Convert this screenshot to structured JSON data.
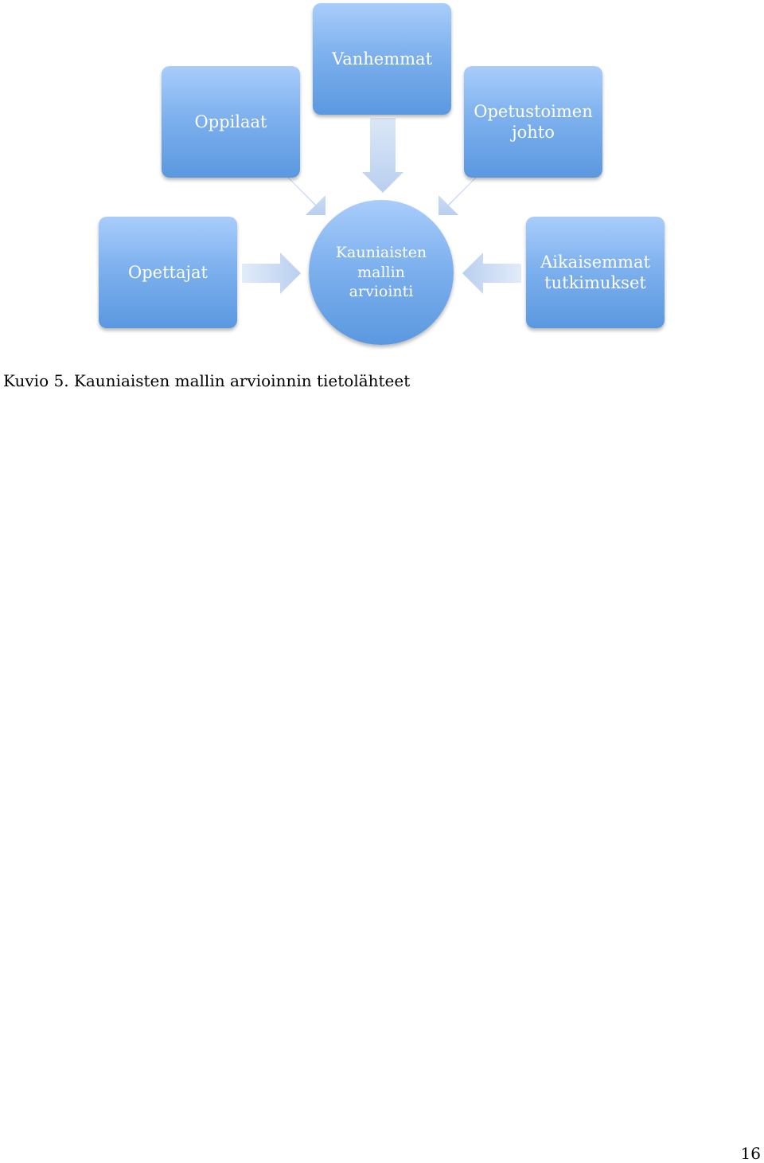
{
  "diagram": {
    "center": {
      "lines": [
        "Kauniaisten",
        "mallin",
        "arviointi"
      ]
    },
    "sources": {
      "oppilaat": {
        "label": "Oppilaat"
      },
      "vanhemmat": {
        "label": "Vanhemmat"
      },
      "opetustoimen": {
        "lines": [
          "Opetustoimen",
          "johto"
        ]
      },
      "opettajat": {
        "label": "Opettajat"
      },
      "aikaisemmat": {
        "lines": [
          "Aikaisemmat",
          "tutkimukset"
        ]
      }
    },
    "colors": {
      "node_top": "#a9cdfb",
      "node_bottom": "#5b98e0",
      "arrow": "#c7d9f2"
    }
  },
  "caption": "Kuvio 5. Kauniaisten mallin arvioinnin tietolähteet",
  "page_number": "16"
}
